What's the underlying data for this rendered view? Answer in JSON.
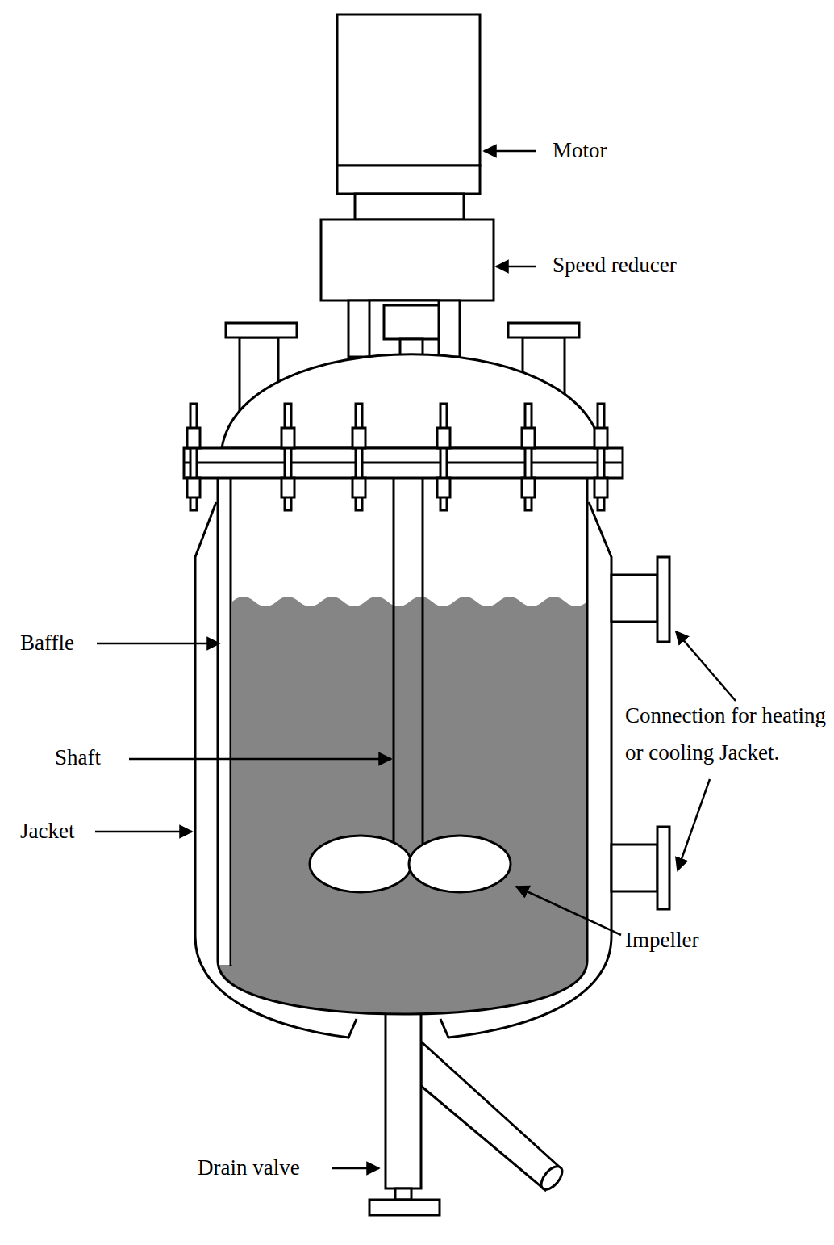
{
  "diagram": {
    "labels": [
      "Motor",
      "Speed reducer",
      "Baffle",
      "Shaft",
      "Jacket",
      "Connection for heating or cooling Jacket.",
      "Impeller",
      "Drain valve"
    ]
  }
}
